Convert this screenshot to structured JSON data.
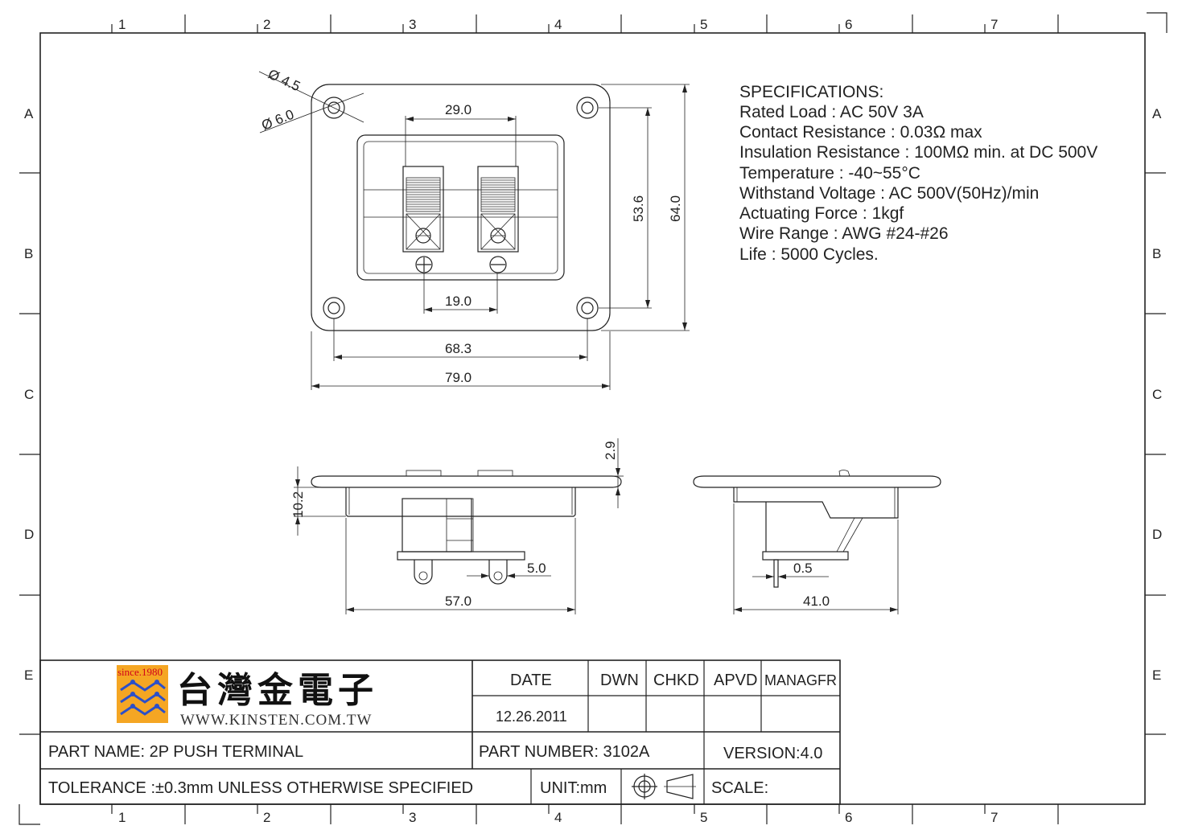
{
  "zones": {
    "columns": [
      "1",
      "2",
      "3",
      "4",
      "5",
      "6",
      "7"
    ],
    "rows": [
      "A",
      "B",
      "C",
      "D",
      "E"
    ]
  },
  "specifications": {
    "heading": "SPECIFICATIONS:",
    "lines": [
      "Rated Load : AC 50V 3A",
      "Contact Resistance : 0.03Ω  max",
      "Insulation Resistance : 100MΩ min. at DC 500V",
      "Temperature : -40~55°C",
      "Withstand Voltage : AC 500V(50Hz)/min",
      "Actuating Force : 1kgf",
      "Wire Range : AWG #24-#26",
      "Life : 5000 Cycles."
    ]
  },
  "dimensions": {
    "hole_small": "Ø 4.5",
    "hole_large": "Ø 6.0",
    "terminal_spacing": "29.0",
    "screw_spacing": "19.0",
    "hole_pitch_h": "68.3",
    "overall_width": "79.0",
    "hole_pitch_v": "53.6",
    "overall_height": "64.0",
    "flange_thickness": "2.9",
    "body_depth": "10.2",
    "tab_width": "5.0",
    "body_width": "57.0",
    "pin_thickness": "0.5",
    "side_depth": "41.0"
  },
  "title_block": {
    "logo_since": "since.1980",
    "company_name": "台灣金電子",
    "website": "WWW.KINSTEN.COM.TW",
    "headers": {
      "date": "DATE",
      "dwn": "DWN",
      "chkd": "CHKD",
      "apvd": "APVD",
      "managfr": "MANAGFR"
    },
    "date_value": "12.26.2011",
    "part_name": "PART  NAME: 2P PUSH TERMINAL",
    "part_number": "PART  NUMBER: 3102A",
    "version": "VERSION:4.0",
    "tolerance": "TOLERANCE  :±0.3mm  UNLESS  OTHERWISE  SPECIFIED",
    "unit": "UNIT:mm",
    "scale": "SCALE:",
    "projection_icon": "third-angle-projection-icon"
  },
  "colors": {
    "line": "#222222",
    "logo_orange": "#f5a623",
    "logo_blue": "#2b4fc9",
    "logo_red": "#d0021b"
  }
}
